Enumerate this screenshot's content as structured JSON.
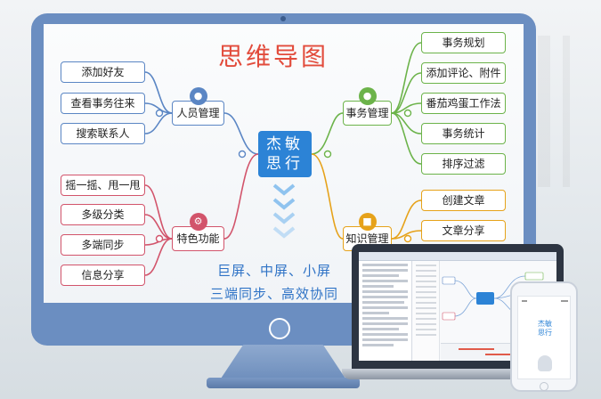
{
  "title": "思维导图",
  "center": {
    "line1": "杰敏",
    "line2": "思行"
  },
  "left_groups": [
    {
      "hub": "人员管理",
      "hub_icon": "people-icon",
      "items": [
        "添加好友",
        "查看事务往来",
        "搜索联系人"
      ]
    },
    {
      "hub": "特色功能",
      "hub_icon": "gear-icon",
      "items": [
        "摇一摇、甩一甩",
        "多级分类",
        "多端同步",
        "信息分享"
      ]
    }
  ],
  "right_groups": [
    {
      "hub": "事务管理",
      "hub_icon": "lightbulb-icon",
      "items": [
        "事务规划",
        "添加评论、附件",
        "番茄鸡蛋工作法",
        "事务统计",
        "排序过滤"
      ]
    },
    {
      "hub": "知识管理",
      "hub_icon": "book-icon",
      "items": [
        "创建文章",
        "文章分享"
      ]
    }
  ],
  "slogan": {
    "line1": "巨屏、中屏、小屏",
    "line2": "三端同步、高效协同"
  },
  "colors": {
    "accent_blue": "#2c83d6",
    "title_red": "#e24b3b",
    "people_blue": "#5b86c4",
    "feature_red": "#d2546b",
    "task_green": "#6cb34a",
    "knowledge_yellow": "#e6a21a"
  }
}
